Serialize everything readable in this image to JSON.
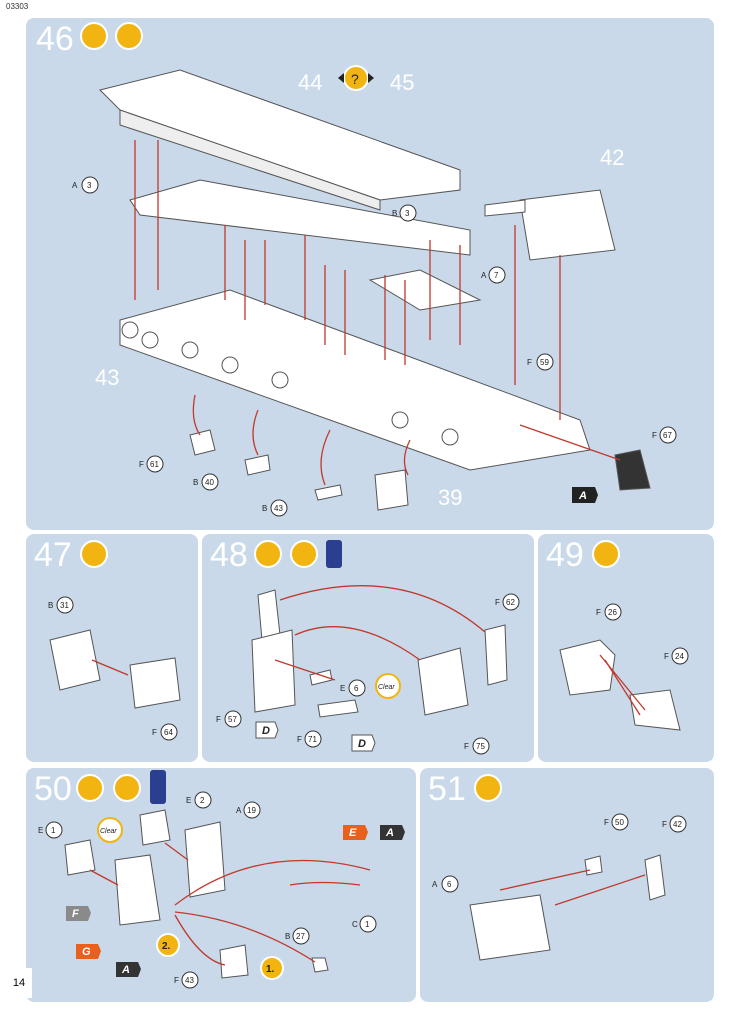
{
  "doc_code": "03303",
  "page_number": "14",
  "step46": {
    "number": "46",
    "icons": [
      "glue-icon",
      "paint-brush-icon"
    ],
    "labels": {
      "p44": "44",
      "p45": "45",
      "p42": "42",
      "p43": "43",
      "p39": "39",
      "a": "A",
      "b": "B",
      "f": "F",
      "n3": "3",
      "n7": "7",
      "n59": "59",
      "n67": "67",
      "n61": "61",
      "n40": "40",
      "n43b": "43",
      "mirror_q": "?",
      "flag_a": "A"
    }
  },
  "step47": {
    "number": "47",
    "labels": {
      "b": "B",
      "n31": "31",
      "f": "F",
      "n64": "64"
    }
  },
  "step48": {
    "number": "48",
    "labels": {
      "f": "F",
      "n62": "62",
      "e": "E",
      "n6": "6",
      "clear": "Clear",
      "n57": "57",
      "n71": "71",
      "n75": "75",
      "flag_d": "D"
    }
  },
  "step49": {
    "number": "49",
    "labels": {
      "f": "F",
      "n26": "26",
      "n24": "24"
    }
  },
  "step50": {
    "number": "50",
    "labels": {
      "e": "E",
      "n1": "1",
      "n2": "2",
      "a": "A",
      "n19": "19",
      "clear": "Clear",
      "flag_e": "E",
      "flag_a": "A",
      "flag_f": "F",
      "flag_g": "G",
      "c": "C",
      "b": "B",
      "n27": "27",
      "f": "F",
      "n43": "43",
      "seq1": "1.",
      "seq2": "2."
    }
  },
  "step51": {
    "number": "51",
    "labels": {
      "f": "F",
      "n50": "50",
      "n42": "42",
      "a": "A",
      "n6": "6"
    }
  },
  "colors": {
    "panel": "#c9d9ea",
    "arrow": "#c0392b",
    "badge": "#f2b411",
    "flag_dark": "#333333",
    "flag_orange": "#e8601c",
    "flag_gray": "#8a8a8a"
  }
}
